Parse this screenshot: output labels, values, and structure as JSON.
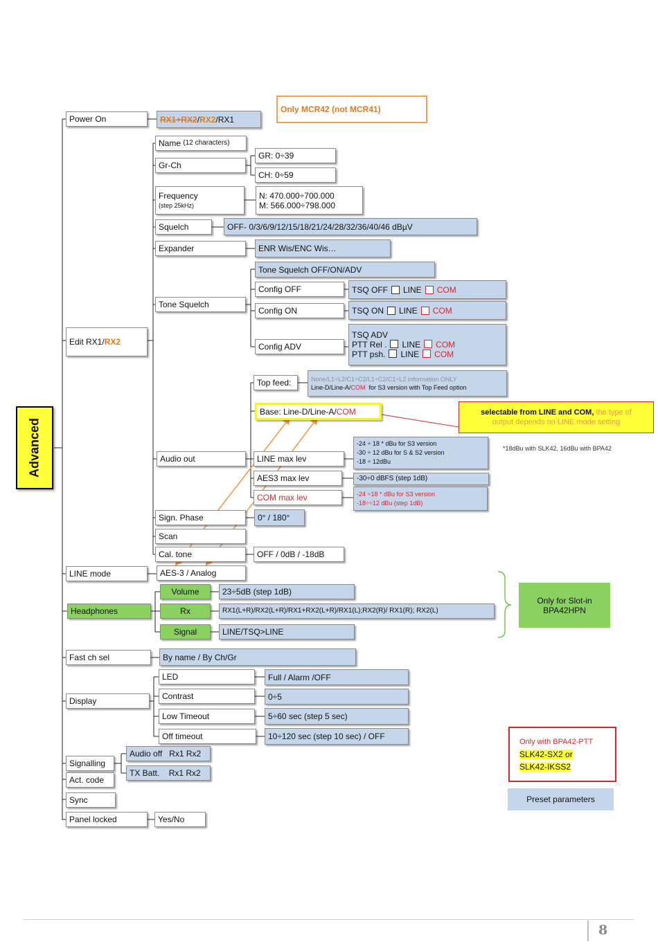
{
  "root": "Advanced",
  "only_mcr42": "Only MCR42 (not MCR41)",
  "power_on": {
    "label": "Power On",
    "value_p1": "RX1+RX2",
    "value_p2": "/",
    "value_p3": "RX2",
    "value_p4": "/RX1"
  },
  "edit_rx": {
    "label_p1": "Edit RX1/",
    "label_p2": "RX2",
    "name": "Name",
    "name_note": "(12 characters)",
    "grch": "Gr-Ch",
    "gr": "GR: 0÷39",
    "ch": "CH: 0÷59",
    "frequency": "Frequency",
    "frequency_note": "(step 25kHz)",
    "freq_n": "N: 470.000÷700.000",
    "freq_m": "M: 566.000÷798.000",
    "squelch": "Squelch",
    "squelch_values": "OFF- 0/3/6/9/12/15/18/21/24/28/32/36/40/46 dBµV",
    "expander": "Expander",
    "expander_values": "ENR Wis/ENC Wis…",
    "tone_squelch": "Tone Squelch",
    "tone_squelch_values": "Tone Squelch OFF/ON/ADV",
    "config_off": "Config OFF",
    "config_off_tsq": "TSQ OFF",
    "config_on": "Config ON",
    "config_on_tsq": "TSQ ON",
    "config_adv": "Config ADV",
    "tsq_adv": "TSQ ADV",
    "ptt_rel": "PTT Rel .",
    "ptt_psh": "PTT psh.",
    "line": "LINE",
    "com": "COM",
    "audio_out": "Audio out",
    "top_feed": "Top feed:",
    "top_feed_line1": "None/L1÷L2/C1÷C2/L1÷C2/C1÷L2    information ONLY",
    "top_feed_line2_p1": "Line-D/Line-A/",
    "top_feed_line2_p2": "COM",
    "top_feed_line2_p3": "for S3 version with Top Feed option",
    "base_p1": "Base: Line-D/Line-A/",
    "base_p2": "COM",
    "selectable_p1": "selectable from LINE and COM,",
    "selectable_p2": "the type of",
    "selectable_p3": "output depends on LINE mode setting",
    "line_max_lev": "LINE max lev",
    "line_max_v1": "-24 ÷ 18 * dBu for S3 version",
    "line_max_v2": "-30 ÷ 12 dBu for S & S2 version",
    "line_max_v3": "-18 ÷ 12dBu",
    "line_max_note": "*18dBu with SLK42, 16dBu with BPA42",
    "aes3_max_lev": "AES3 max lev",
    "aes3_values": "-30÷0 dBFS (step 1dB)",
    "com_max_lev": "COM max lev",
    "com_v1": "-24 ÷18 * dBu for S3 version",
    "com_v2": "-18÷÷12 dBu (step 1dB)",
    "sign_phase": "Sign. Phase",
    "sign_phase_values": "0° / 180°",
    "scan": "Scan",
    "cal_tone": "Cal. tone",
    "cal_tone_values": "OFF / 0dB / -18dB"
  },
  "line_mode": {
    "label": "LINE mode",
    "values": "AES-3 / Analog"
  },
  "headphones": {
    "label": "Headphones",
    "volume": "Volume",
    "volume_values": "23÷5dB (step 1dB)",
    "rx": "Rx",
    "rx_values": "RX1(L+R)/RX2(L+R)/RX1+RX2(L+R)/RX1(L);RX2(R)/ RX1(R); RX2(L)",
    "signal": "Signal",
    "signal_values": "LINE/TSQ>LINE",
    "only_slot_p1": "Only for Slot-in",
    "only_slot_p2": "BPA42HPN"
  },
  "fast_ch_sel": {
    "label": "Fast ch sel",
    "values": "By name  /  By Ch/Gr"
  },
  "display": {
    "label": "Display",
    "led": "LED",
    "led_values": "Full / Alarm /OFF",
    "contrast": "Contrast",
    "contrast_values": "0÷5",
    "low_timeout": "Low Timeout",
    "low_timeout_values": "5÷60 sec (step 5 sec)",
    "off_timeout": "Off timeout",
    "off_timeout_values": "10÷120 sec (step 10 sec) / OFF"
  },
  "signalling": {
    "label": "Signalling",
    "audio_off": "Audio off",
    "audio_off_rx": "Rx1 Rx2",
    "tx_batt": "TX Batt.",
    "tx_batt_rx": "Rx1 Rx2"
  },
  "act_code": "Act. code",
  "sync": "Sync",
  "panel_locked": {
    "label": "Panel locked",
    "values": "Yes/No"
  },
  "only_bpa42": {
    "line1": "Only with BPA42-PTT",
    "line2": "SLK42-SX2 or",
    "line3": "SLK42-IKSS2"
  },
  "legend_preset": "Preset parameters",
  "page_number": "8",
  "colors": {
    "preset_blue": "#c5d6ea",
    "headphones_green": "#8bd161",
    "advanced_yellow": "#ffff3a",
    "accent_orange": "#e07a1f",
    "accent_red": "#d8262e"
  }
}
